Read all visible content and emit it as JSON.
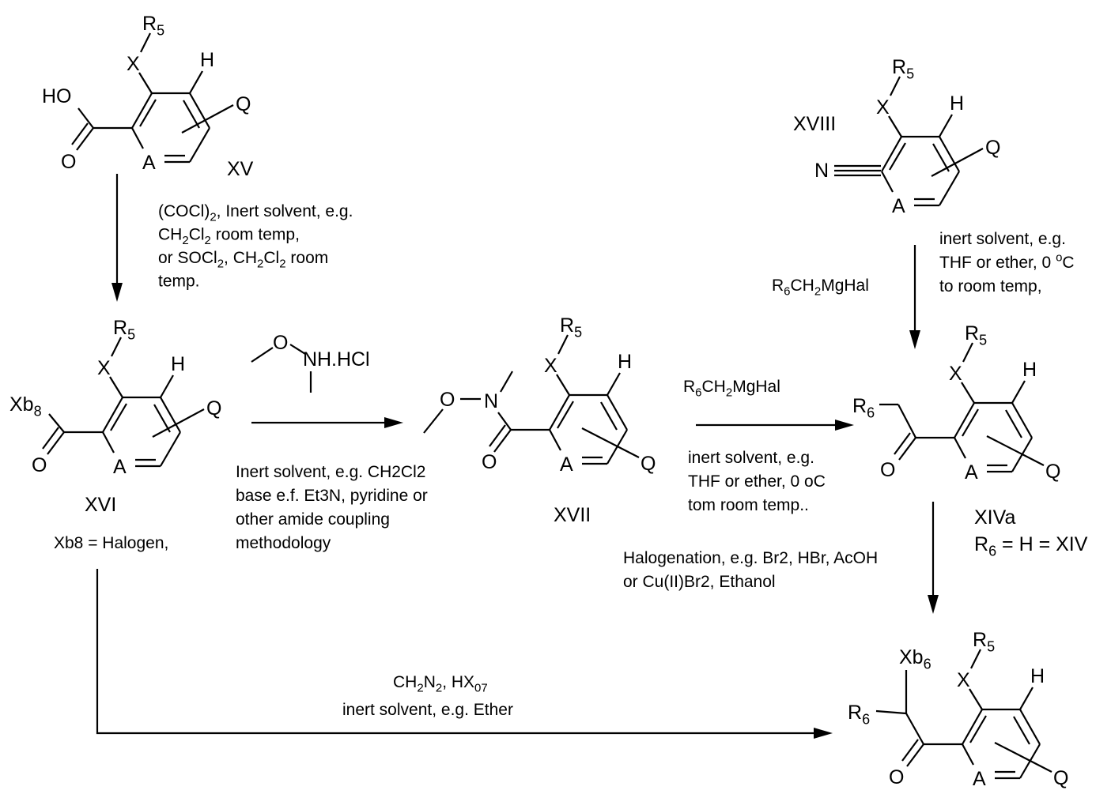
{
  "compounds": {
    "xv": "XV",
    "xvi": "XVI",
    "xvi_note": [
      [
        "Xb8 = Halogen,"
      ]
    ],
    "xvii": "XVII",
    "xviii": "XVIII",
    "xiva": "XIVa",
    "xiva_note": [
      [
        "R",
        {
          "sub": "6"
        },
        " = H = XIV"
      ]
    ]
  },
  "atoms": {
    "X": "X",
    "R5": [
      "R",
      {
        "sub": "5"
      }
    ],
    "H": "H",
    "Q": "Q",
    "A": "A",
    "HO": "HO",
    "O": "O",
    "N": "N",
    "Xb8": [
      "Xb",
      {
        "sub": "8"
      }
    ],
    "Xb6": [
      "Xb",
      {
        "sub": "6"
      }
    ],
    "R6": [
      "R",
      {
        "sub": "6"
      }
    ],
    "NH": "NH",
    "HCl": ".HCl"
  },
  "conditions": {
    "step1": [
      [
        "(COCl)",
        {
          "sub": "2"
        },
        ", Inert solvent, e.g."
      ],
      [
        "CH",
        {
          "sub": "2"
        },
        "Cl",
        {
          "sub": "2"
        },
        " room temp,"
      ],
      [
        "or SOCl",
        {
          "sub": "2"
        },
        ", CH",
        {
          "sub": "2"
        },
        "Cl",
        {
          "sub": "2"
        },
        " room"
      ],
      [
        "temp."
      ]
    ],
    "step2": [
      [
        "Inert solvent, e.g. CH2Cl2"
      ],
      [
        "base e.f. Et3N, pyridine or"
      ],
      [
        "other amide coupling"
      ],
      [
        "methodology"
      ]
    ],
    "step3_reagent": [
      [
        "R",
        {
          "sub": "6"
        },
        "CH",
        {
          "sub": "2"
        },
        "MgHal"
      ]
    ],
    "step3": [
      [
        "inert solvent, e.g."
      ],
      [
        "THF or ether, 0 oC"
      ],
      [
        "tom room temp.."
      ]
    ],
    "step4_reagent": [
      [
        "R",
        {
          "sub": "6"
        },
        "CH",
        {
          "sub": "2"
        },
        "MgHal"
      ]
    ],
    "step4": [
      [
        "inert solvent, e.g."
      ],
      [
        "THF or ether, 0 ",
        {
          "sup": "o"
        },
        "C"
      ],
      [
        "to room temp,"
      ]
    ],
    "step5": [
      [
        "Halogenation, e.g. Br2, HBr, AcOH"
      ],
      [
        "or Cu(II)Br2, Ethanol"
      ]
    ],
    "step6": [
      [
        "CH",
        {
          "sub": "2"
        },
        "N",
        {
          "sub": "2"
        },
        ", HX",
        {
          "sub": "07"
        }
      ]
    ],
    "step6b": [
      [
        "inert solvent, e.g. Ether"
      ]
    ]
  }
}
